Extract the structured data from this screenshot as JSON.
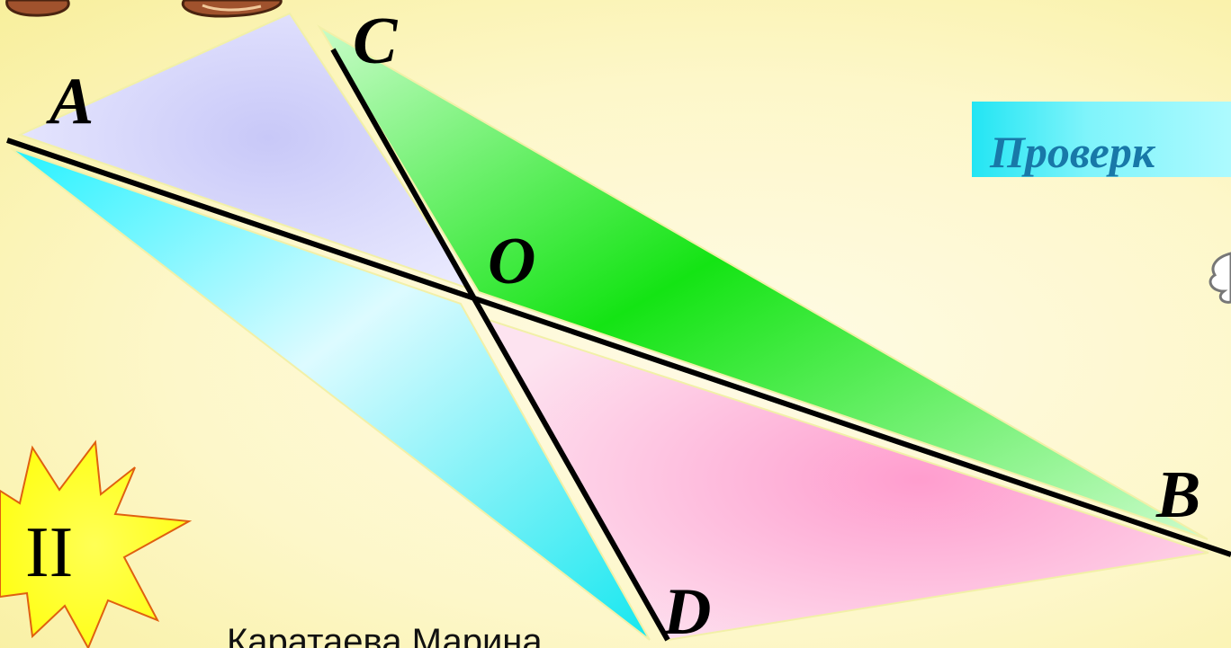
{
  "points": {
    "a": "A",
    "b": "B",
    "c": "C",
    "d": "D",
    "o": "O"
  },
  "check_button": {
    "label": "Проверк"
  },
  "stage_badge": {
    "label": "II"
  },
  "author": {
    "text": "Каратаева Марина"
  },
  "colors": {
    "triangle_top": "#d9d9fb",
    "triangle_left": "#27f3ff",
    "triangle_right": "#14e414",
    "triangle_bottom": "#ff9fd1",
    "badge_fill": "#ffff22",
    "badge_stroke": "#e06010",
    "check_text": "#1878a8"
  }
}
